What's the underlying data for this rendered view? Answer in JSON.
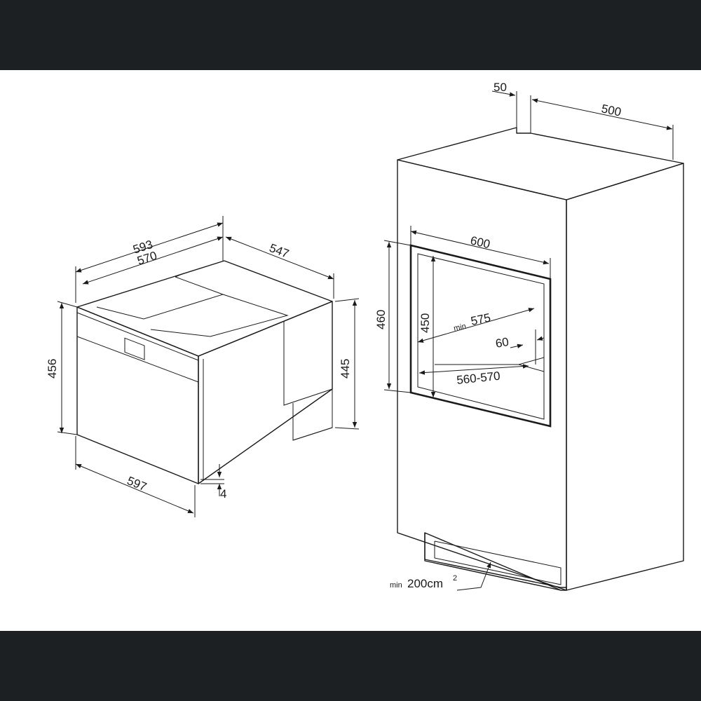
{
  "oven": {
    "width_overall": "593",
    "width_body": "570",
    "depth": "547",
    "height_overall": "456",
    "height_body": "445",
    "front_width": "597",
    "bottom_gap": "4"
  },
  "cabinet": {
    "top_gap": "50",
    "depth": "500",
    "opening_width": "600",
    "opening_height_outer": "460",
    "opening_height_inner": "450",
    "min_prefix": "min",
    "min_width": "575",
    "side_gap": "60",
    "inner_depth": "560-570",
    "vent_min_prefix": "min",
    "vent_area": "200cm",
    "vent_area_sup": "2"
  }
}
